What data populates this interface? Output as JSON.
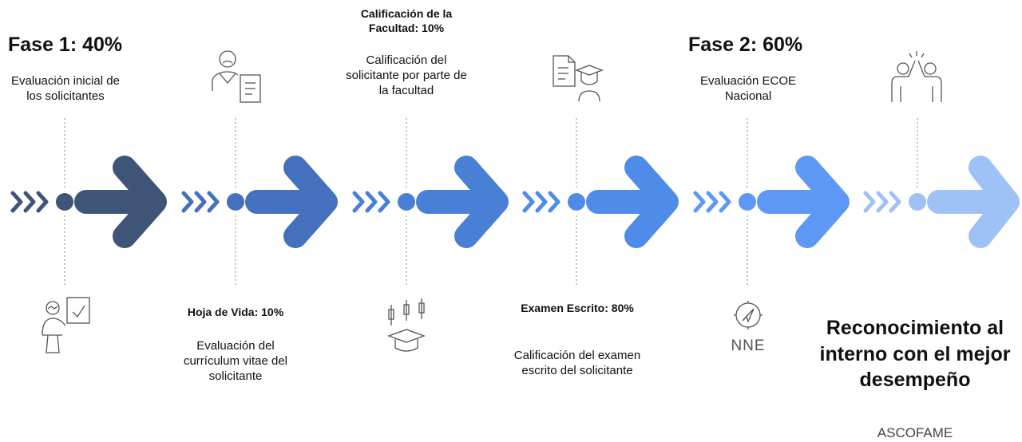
{
  "colors": {
    "stage1": "#3e5577",
    "stage2": "#4470be",
    "stage3": "#4a7fd6",
    "stage4": "#4f8be8",
    "stage5": "#5d98f6",
    "stage6": "#9fc2f6",
    "icon": "#555555",
    "dotted_line": "#999999"
  },
  "fase1": {
    "title": "Fase 1: 40%",
    "desc": "Evaluación inicial de los solicitantes"
  },
  "hoja": {
    "title": "Hoja de Vida: 10%",
    "desc": "Evaluación del currículum vitae del solicitante"
  },
  "facultad": {
    "title": "Calificación de la Facultad: 10%",
    "desc": "Calificación del solicitante por parte de la facultad"
  },
  "examen": {
    "title": "Examen Escrito: 80%",
    "desc": "Calificación del examen escrito del solicitante"
  },
  "fase2": {
    "title": "Fase 2: 60%",
    "desc": "Evaluación ECOE Nacional"
  },
  "final": {
    "title": "Reconocimiento al interno con el mejor desempeño"
  },
  "source": "ASCOFAME",
  "icons": {
    "nne_label": "NNE",
    "list": [
      "presenter-check-icon",
      "applicant-document-icon",
      "candlestick-graduation-icon",
      "document-graduate-icon",
      "compass-nne-icon",
      "high-five-icon"
    ]
  }
}
